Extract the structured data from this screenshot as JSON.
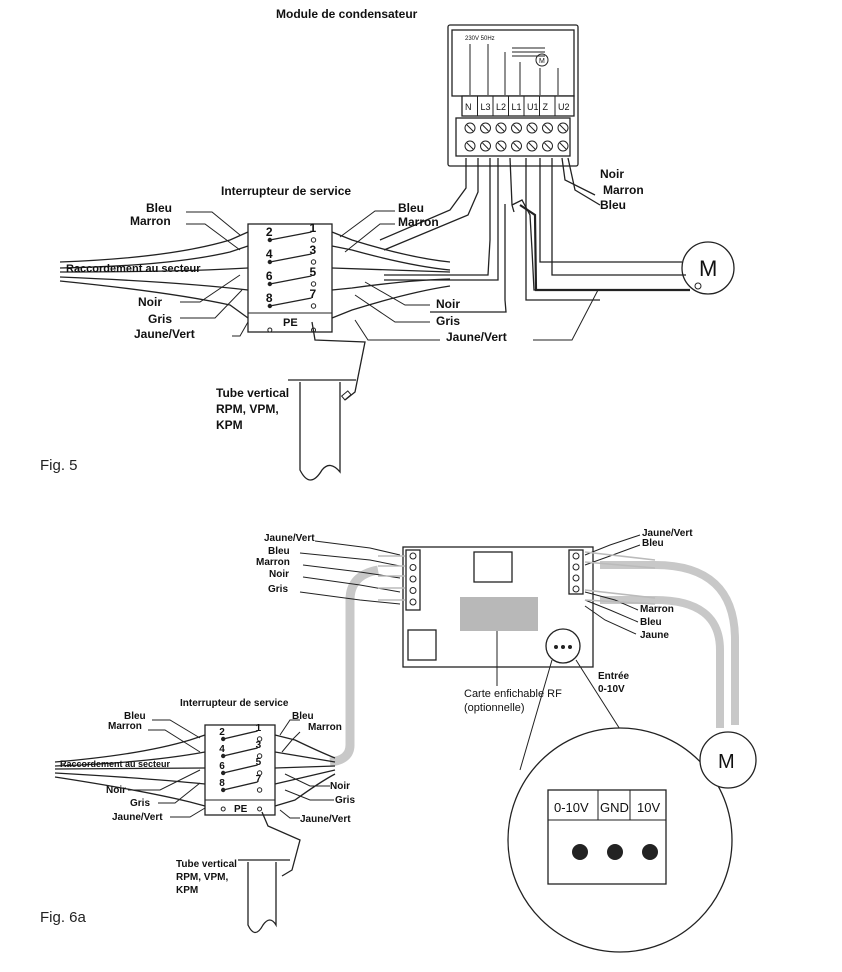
{
  "fig5": {
    "figure_label": "Fig. 5",
    "module_title": "Module de condensateur",
    "module_voltage": "230V 50Hz",
    "module_terminals": [
      "N",
      "L3",
      "L2",
      "L1",
      "U1",
      "Z",
      "U2"
    ],
    "switch_title": "Interrupteur de service",
    "switch_left_numbers": [
      "2",
      "4",
      "6",
      "8"
    ],
    "switch_right_numbers": [
      "1",
      "3",
      "5",
      "7"
    ],
    "pe_label": "PE",
    "mains_label": "Raccordement au secteur",
    "left_wires_top": [
      "Bleu",
      "Marron"
    ],
    "left_wires_bottom": [
      "Noir",
      "Gris",
      "Jaune/Vert"
    ],
    "mid_wires_top": [
      "Bleu",
      "Marron"
    ],
    "mid_wires_bottom": [
      "Noir",
      "Gris",
      "Jaune/Vert"
    ],
    "module_wires": [
      "Noir",
      "Marron",
      "Bleu"
    ],
    "motor_label": "M",
    "tube_lines": [
      "Tube vertical",
      "RPM, VPM,",
      "KPM"
    ]
  },
  "fig6a": {
    "figure_label": "Fig. 6a",
    "left_wires": [
      "Jaune/Vert",
      "Bleu",
      "Marron",
      "Noir",
      "Gris"
    ],
    "right_wires_top": [
      "Jaune/Vert",
      "Bleu"
    ],
    "right_wires_bottom": [
      "Marron",
      "Bleu",
      "Jaune"
    ],
    "card_lines": [
      "Carte enfichable RF",
      "(optionnelle)"
    ],
    "input_lines": [
      "Entrée",
      "0-10V"
    ],
    "zoom_terminals": [
      "0-10V",
      "GND",
      "10V"
    ],
    "switch_title": "Interrupteur de service",
    "switch_left_numbers": [
      "2",
      "4",
      "6",
      "8"
    ],
    "switch_right_numbers": [
      "1",
      "3",
      "5",
      "7"
    ],
    "pe_label": "PE",
    "mains_label": "Raccordement au secteur",
    "switch_wires_left_top": [
      "Bleu",
      "Marron"
    ],
    "switch_wires_left_bottom": [
      "Noir",
      "Gris",
      "Jaune/Vert"
    ],
    "switch_wires_right_top": [
      "Bleu",
      "Marron"
    ],
    "switch_wires_right_bottom": [
      "Noir",
      "Gris",
      "Jaune/Vert"
    ],
    "motor_label": "M",
    "tube_lines": [
      "Tube vertical",
      "RPM, VPM,",
      "KPM"
    ]
  }
}
